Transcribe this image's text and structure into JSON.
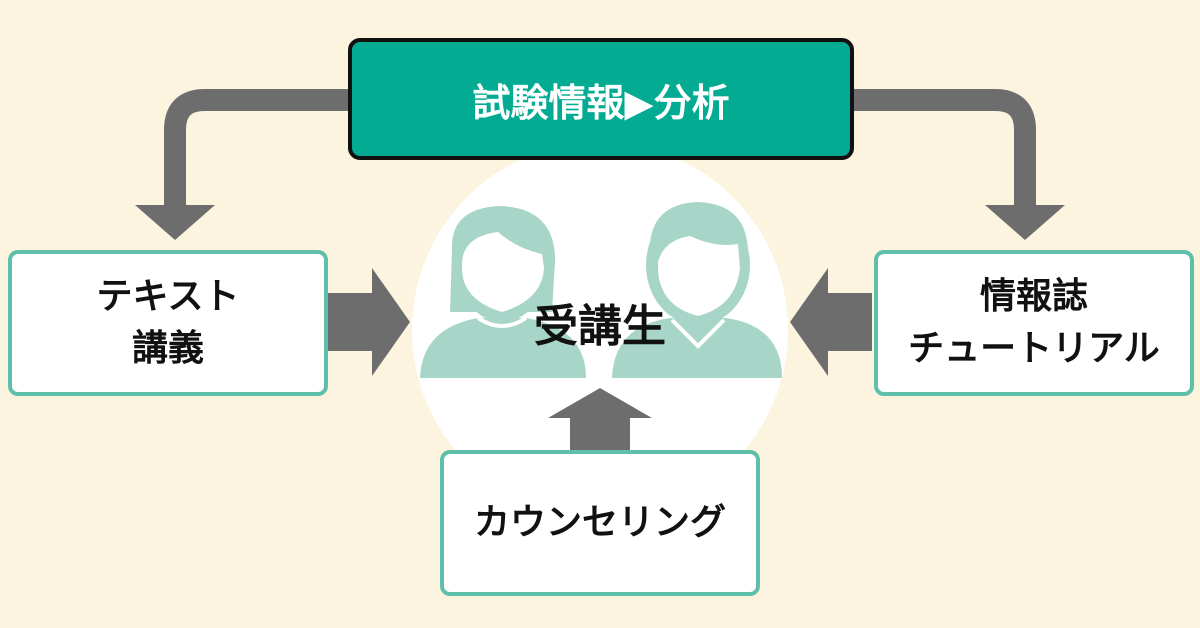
{
  "top": {
    "label": "試験情報▶分析"
  },
  "center": {
    "label": "受講生"
  },
  "left_box": {
    "line1": "テキスト",
    "line2": "講義"
  },
  "right_box": {
    "line1": "情報誌",
    "line2": "チュートリアル"
  },
  "bottom_box": {
    "label": "カウンセリング"
  },
  "colors": {
    "background": "#fdf4e0",
    "accent": "#02ab92",
    "box_border": "#5fbfaa",
    "arrow": "#6d6d6d",
    "person": "#a7d6c8",
    "circle": "#ffffff"
  }
}
